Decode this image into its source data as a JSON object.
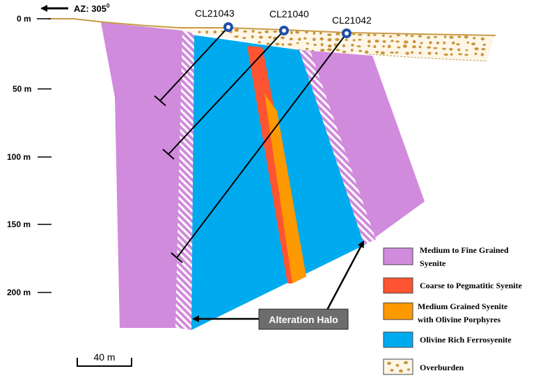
{
  "azimuth": {
    "label": "AZ: 305",
    "degree_symbol": "0"
  },
  "depth_axis": {
    "ticks": [
      "0 m",
      "50 m",
      "100 m",
      "150 m",
      "200 m"
    ],
    "values_m": [
      0,
      50,
      100,
      150,
      200
    ]
  },
  "drill_holes": [
    {
      "id": "CL21043"
    },
    {
      "id": "CL21040"
    },
    {
      "id": "CL21042"
    }
  ],
  "callout": {
    "label": "Alteration Halo"
  },
  "scale_bar": {
    "label": "40 m"
  },
  "legend": [
    {
      "line1": "Medium to Fine Grained",
      "line2": "Syenite",
      "color": "#d18bdc",
      "pattern": "solid"
    },
    {
      "line1": "Coarse to Pegmatitic Syenite",
      "line2": "",
      "color": "#ff5432",
      "pattern": "solid"
    },
    {
      "line1": "Medium Grained Syenite",
      "line2": "with Olivine  Porphyres",
      "color": "#ff9900",
      "pattern": "solid"
    },
    {
      "line1": "Olivine  Rich Ferrosyenite",
      "line2": "",
      "color": "#00aaee",
      "pattern": "solid"
    },
    {
      "line1": "Overburden",
      "line2": "",
      "color": "#c8963c",
      "pattern": "dots"
    }
  ],
  "colors": {
    "syenite": "#d18bdc",
    "pegmatitic": "#ff5432",
    "olivine_porphyre": "#ff9900",
    "ferrosyenite": "#00aaee",
    "overburden_dot": "#c8963c",
    "surface_line": "#c89a46",
    "collar": "#1f4fa8"
  }
}
